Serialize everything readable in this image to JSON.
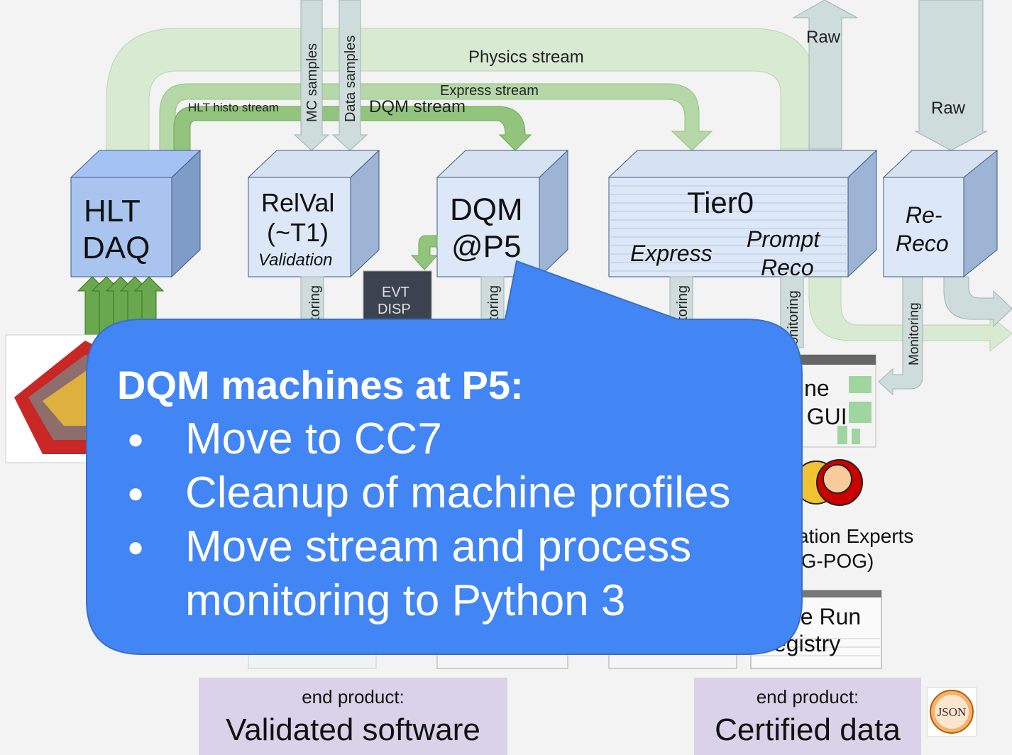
{
  "streams": {
    "physics": "Physics stream",
    "express": "Express stream",
    "hlt_histo": "HLT histo stream",
    "dqm": "DQM stream",
    "mc_samples": "MC samples",
    "data_samples": "Data samples",
    "raw_top": "Raw",
    "raw_right": "Raw"
  },
  "boxes": {
    "hlt": {
      "line1": "HLT",
      "line2": "DAQ"
    },
    "relval": {
      "line1": "RelVal",
      "line2": "(~T1)",
      "line3": "Validation"
    },
    "dqm": {
      "line1": "DQM",
      "line2": "@P5"
    },
    "tier0": {
      "title": "Tier0",
      "express": "Express",
      "prompt1": "Prompt",
      "prompt2": "Reco"
    },
    "rereco": {
      "line1": "Re-",
      "line2": "Reco"
    }
  },
  "monitoring_labels": {
    "relval": "toring",
    "dqm": "toring",
    "tier0_express": "toring",
    "tier0_prompt": "onitoring",
    "rereco": "Monitoring"
  },
  "event_display": {
    "line1": "EVT",
    "line2": "DISP"
  },
  "offline_gui": {
    "line1": "fline",
    "line2": "1 GUI"
  },
  "experts": {
    "line1": "cation Experts",
    "line2": "PG-POG)"
  },
  "run_registry": {
    "line1": "ne Run",
    "line2": "egistry"
  },
  "bubble": {
    "title": "DQM machines at P5:",
    "bullets": [
      "Move to CC7",
      "Cleanup of machine profiles",
      "Move stream and process",
      "monitoring to Python 3"
    ],
    "bullet_glyph": "●"
  },
  "end_products": {
    "software": {
      "label": "end product:",
      "value": "Validated software"
    },
    "data": {
      "label": "end product:",
      "value": "Certified data"
    }
  },
  "json_logo": "JSON",
  "colors": {
    "bubble": "#4285f4",
    "bubble_stroke": "#3a6fc4",
    "stream_light": "#d5e8d0",
    "stream_mid": "#a9d18e",
    "stream_dark": "#7bbf5e",
    "arrow_gray": "#c9d8d8",
    "box_blue_front": "#c6d9f1",
    "box_blue_side": "#8ea9cf",
    "hlt_front": "#a9c4ee",
    "end_box": "#d9d2e9"
  }
}
